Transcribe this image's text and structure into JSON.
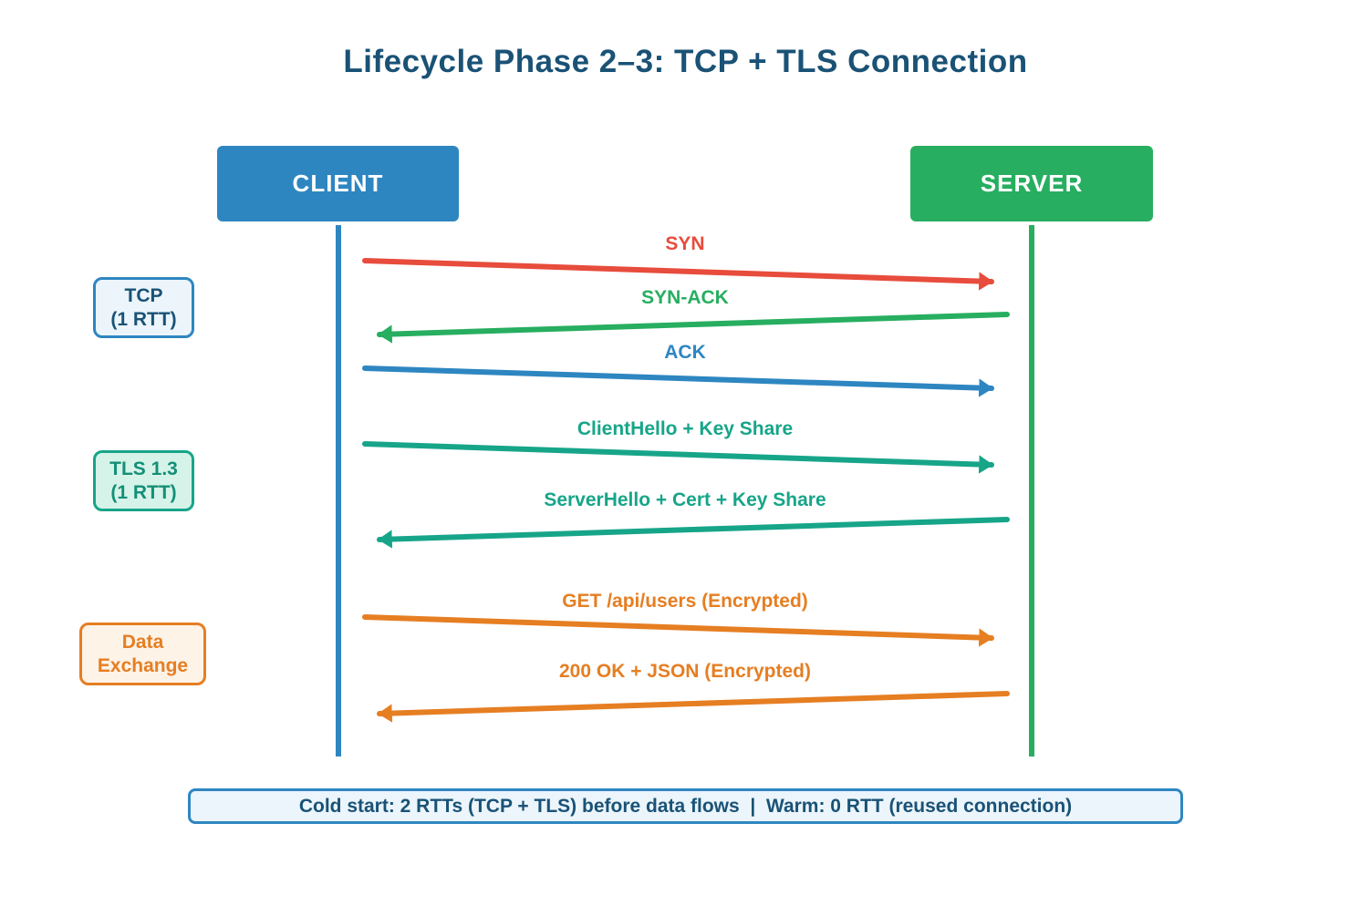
{
  "title": "Lifecycle Phase 2–3: TCP + TLS Connection",
  "actors": {
    "client": {
      "label": "CLIENT",
      "color": "#2E86C1"
    },
    "server": {
      "label": "SERVER",
      "color": "#27AE60"
    }
  },
  "phases": [
    {
      "id": "tcp",
      "line1": "TCP",
      "line2": "(1 RTT)",
      "text_color": "#1A5276",
      "border_color": "#2E86C1",
      "bg_color": "#EBF5FB"
    },
    {
      "id": "tls",
      "line1": "TLS 1.3",
      "line2": "(1 RTT)",
      "text_color": "#148F77",
      "border_color": "#17A589",
      "bg_color": "#D6F3E9"
    },
    {
      "id": "data",
      "line1": "Data",
      "line2": "Exchange",
      "text_color": "#E67E22",
      "border_color": "#E67E22",
      "bg_color": "#FDF3E7"
    }
  ],
  "messages": [
    {
      "label": "SYN",
      "color": "#E74C3C",
      "direction": "client-to-server"
    },
    {
      "label": "SYN-ACK",
      "color": "#27AE60",
      "direction": "server-to-client"
    },
    {
      "label": "ACK",
      "color": "#2E86C1",
      "direction": "client-to-server"
    },
    {
      "label": "ClientHello + Key Share",
      "color": "#17A589",
      "direction": "client-to-server"
    },
    {
      "label": "ServerHello + Cert + Key Share",
      "color": "#17A589",
      "direction": "server-to-client"
    },
    {
      "label": "GET /api/users (Encrypted)",
      "color": "#E67E22",
      "direction": "client-to-server"
    },
    {
      "label": "200 OK + JSON (Encrypted)",
      "color": "#E67E22",
      "direction": "server-to-client"
    }
  ],
  "footer": {
    "note": "Cold start: 2 RTTs (TCP + TLS) before data flows  |  Warm: 0 RTT (reused connection)"
  },
  "colors": {
    "title": "#1A5276",
    "red": "#E74C3C",
    "green": "#27AE60",
    "blue": "#2E86C1",
    "teal": "#17A589",
    "orange": "#E67E22"
  }
}
